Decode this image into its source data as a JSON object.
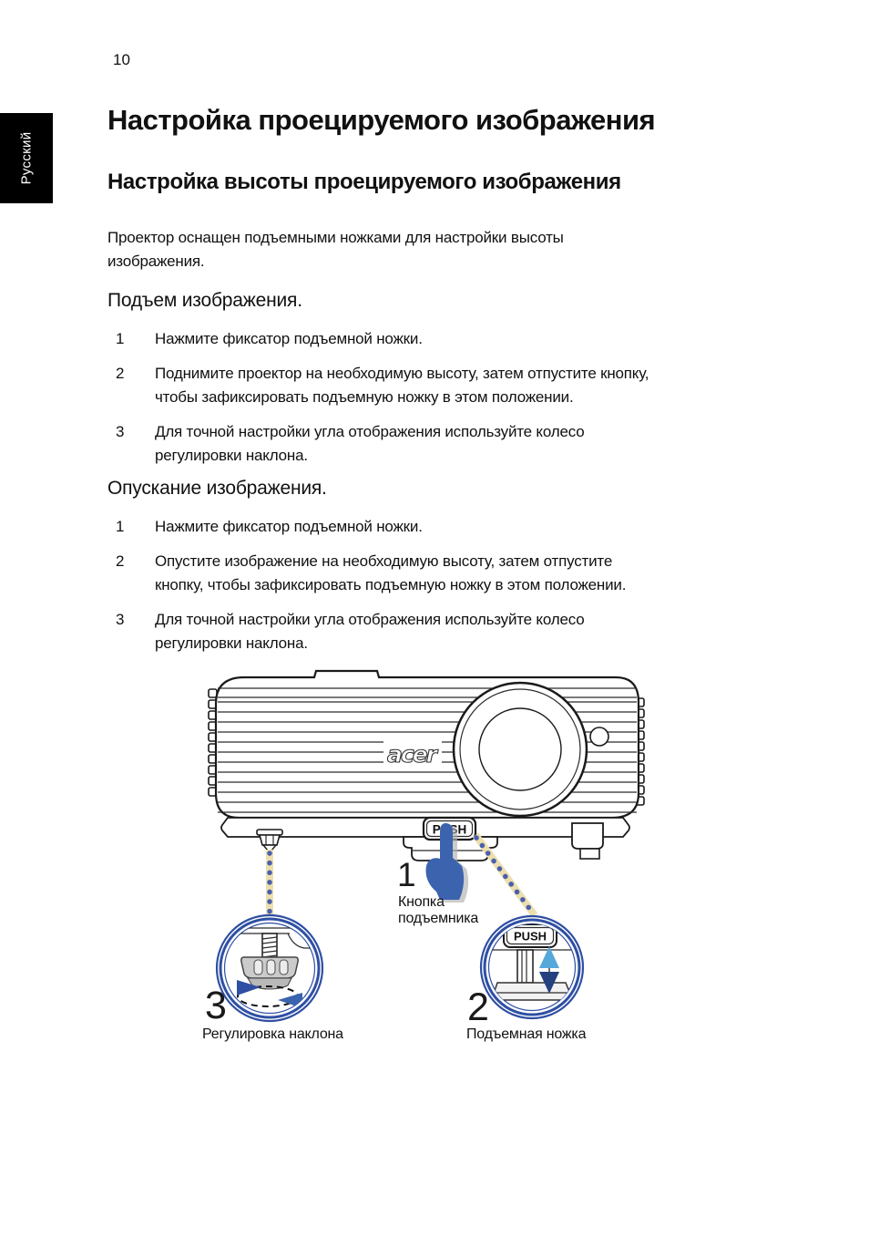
{
  "page": {
    "number": "10",
    "language_tab": "Русский"
  },
  "headings": {
    "main": "Настройка проецируемого изображения",
    "sub": "Настройка высоты проецируемого изображения"
  },
  "intro": "Проектор оснащен подъемными ножками для настройки высоты\nизображения.",
  "sections": [
    {
      "title": "Подъем изображения.",
      "steps": [
        {
          "num": "1",
          "text": "Нажмите фиксатор подъемной ножки."
        },
        {
          "num": "2",
          "text": "Поднимите проектор на необходимую высоту, затем отпустите кнопку,\nчтобы зафиксировать подъемную ножку в этом положении."
        },
        {
          "num": "3",
          "text": "Для точной настройки угла отображения используйте колесо\nрегулировки наклона."
        }
      ]
    },
    {
      "title": "Опускание изображения.",
      "steps": [
        {
          "num": "1",
          "text": "Нажмите фиксатор подъемной ножки."
        },
        {
          "num": "2",
          "text": "Опустите изображение на необходимую высоту, затем отпустите\nкнопку, чтобы зафиксировать подъемную ножку в этом положении."
        },
        {
          "num": "3",
          "text": "Для точной настройки угла отображения используйте колесо\nрегулировки наклона."
        }
      ]
    }
  ],
  "diagram": {
    "brand": "acer",
    "push_button": "PUSH",
    "push_button_detail": "PUSH",
    "callouts": [
      {
        "num": "1",
        "label": "Кнопка\nподъемника"
      },
      {
        "num": "2",
        "label": "Подъемная ножка"
      },
      {
        "num": "3",
        "label": "Регулировка наклона"
      }
    ],
    "colors": {
      "accent": "#3b63ae",
      "tan": "#ecdfae",
      "dot": "#4a5fae",
      "ring": "#2e4fa3",
      "arrow-dark": "#24407e",
      "arrow-light": "#56a8da"
    }
  }
}
